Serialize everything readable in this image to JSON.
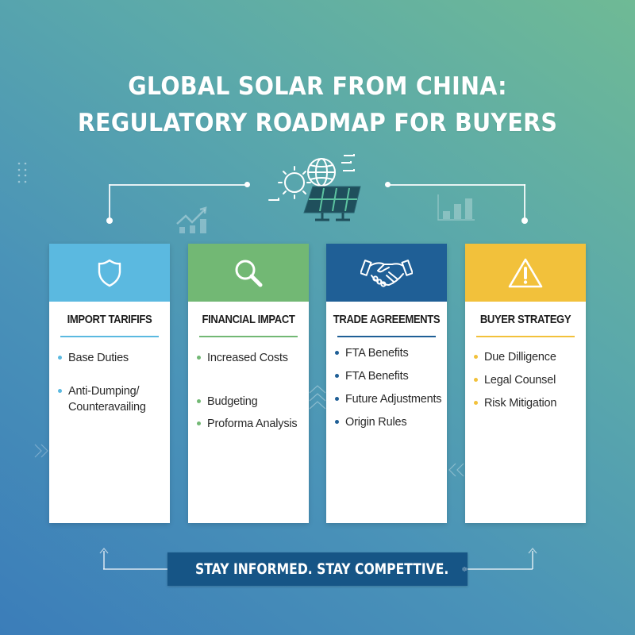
{
  "title": {
    "line1": "GLOBAL SOLAR FROM CHINA:",
    "line2": "REGULATORY ROADMAP FOR BUYERS"
  },
  "icons": {
    "hero": "sun-globe-solar-panel-icon",
    "left_decor": "growth-chart-icon",
    "right_decor": "bar-chart-icon",
    "corner_decor": "dot-grid-icon",
    "banner": "gear-icon"
  },
  "cards": [
    {
      "title": "IMPORT TARIFIFS",
      "icon": "shield-icon",
      "color": "#5bb9e0",
      "items": [
        "Base Duties",
        "Anti-Dumping/ Counteravailing"
      ]
    },
    {
      "title": "FINANCIAL IMPACT",
      "icon": "magnifier-icon",
      "color": "#72b874",
      "items": [
        "Increased Costs",
        "Budgeting",
        "Proforma Analysis"
      ]
    },
    {
      "title": "TRADE AGREEMENTS",
      "icon": "handshake-icon",
      "color": "#1f5f96",
      "items": [
        "FTA Benefits",
        "FTA Benefits",
        "Future Adjustments",
        "Origin Rules"
      ]
    },
    {
      "title": "BUYER STRATEGY",
      "icon": "warning-icon",
      "color": "#f2c13b",
      "items": [
        "Due Dilligence",
        "Legal Counsel",
        "Risk Mitigation"
      ]
    }
  ],
  "banner": {
    "text": "STAY INFORMED. STAY COMPETTIVE.",
    "color": "#165586"
  },
  "colors": {
    "bg_start": "#3b7db9",
    "bg_end": "#6fba95"
  }
}
